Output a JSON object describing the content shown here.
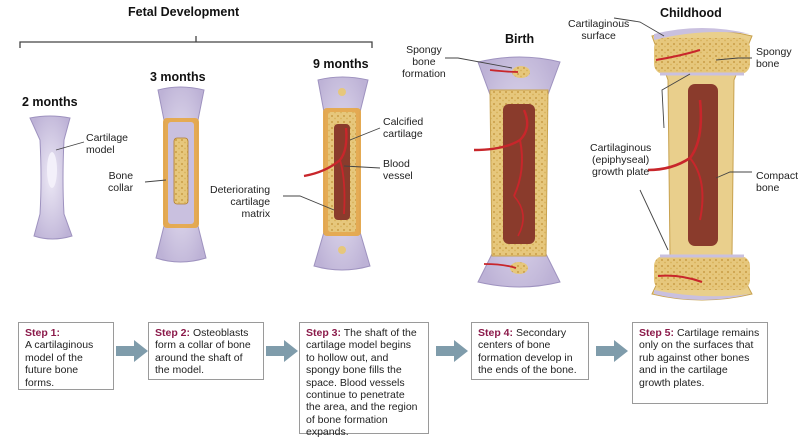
{
  "header": {
    "fetal": "Fetal Development"
  },
  "stages": {
    "m2": "2 months",
    "m3": "3 months",
    "m9": "9 months",
    "birth": "Birth",
    "childhood": "Childhood"
  },
  "labels": {
    "cartilage_model": [
      "Cartilage",
      "model"
    ],
    "bone_collar": [
      "Bone",
      "collar"
    ],
    "calcified_cartilage": [
      "Calcified",
      "cartilage"
    ],
    "blood_vessel": [
      "Blood",
      "vessel"
    ],
    "deteriorating": [
      "Deteriorating",
      "cartilage",
      "matrix"
    ],
    "spongy_formation": [
      "Spongy",
      "bone",
      "formation"
    ],
    "cart_surface": [
      "Cartilaginous",
      "surface"
    ],
    "spongy_bone": [
      "Spongy",
      "bone"
    ],
    "growth_plate": [
      "Cartilaginous",
      "(epiphyseal)",
      "growth plate"
    ],
    "compact_bone": [
      "Compact",
      "bone"
    ]
  },
  "steps": [
    {
      "label": "Step 1:",
      "text": "A cartilaginous model of the future bone forms."
    },
    {
      "label": "Step 2:",
      "text": "Osteoblasts form a collar of bone around the shaft of the model."
    },
    {
      "label": "Step 3:",
      "text": "The shaft of the cartilage model begins to hollow out, and spongy bone fills the space. Blood vessels continue to penetrate the area, and the region of bone formation expands."
    },
    {
      "label": "Step 4:",
      "text": "Secondary centers of bone formation develop in the ends of the bone."
    },
    {
      "label": "Step 5:",
      "text": "Cartilage remains only on the surfaces that rub against other bones and in the cartilage growth plates."
    }
  ],
  "colors": {
    "cartilage": "#c9c0df",
    "bone": "#e9cf8c",
    "collar": "#e8a53a",
    "vessel": "#c8262b",
    "marrow": "#8a3b2c",
    "step": "#8b1a4a",
    "arrow": "#7f9cab"
  }
}
